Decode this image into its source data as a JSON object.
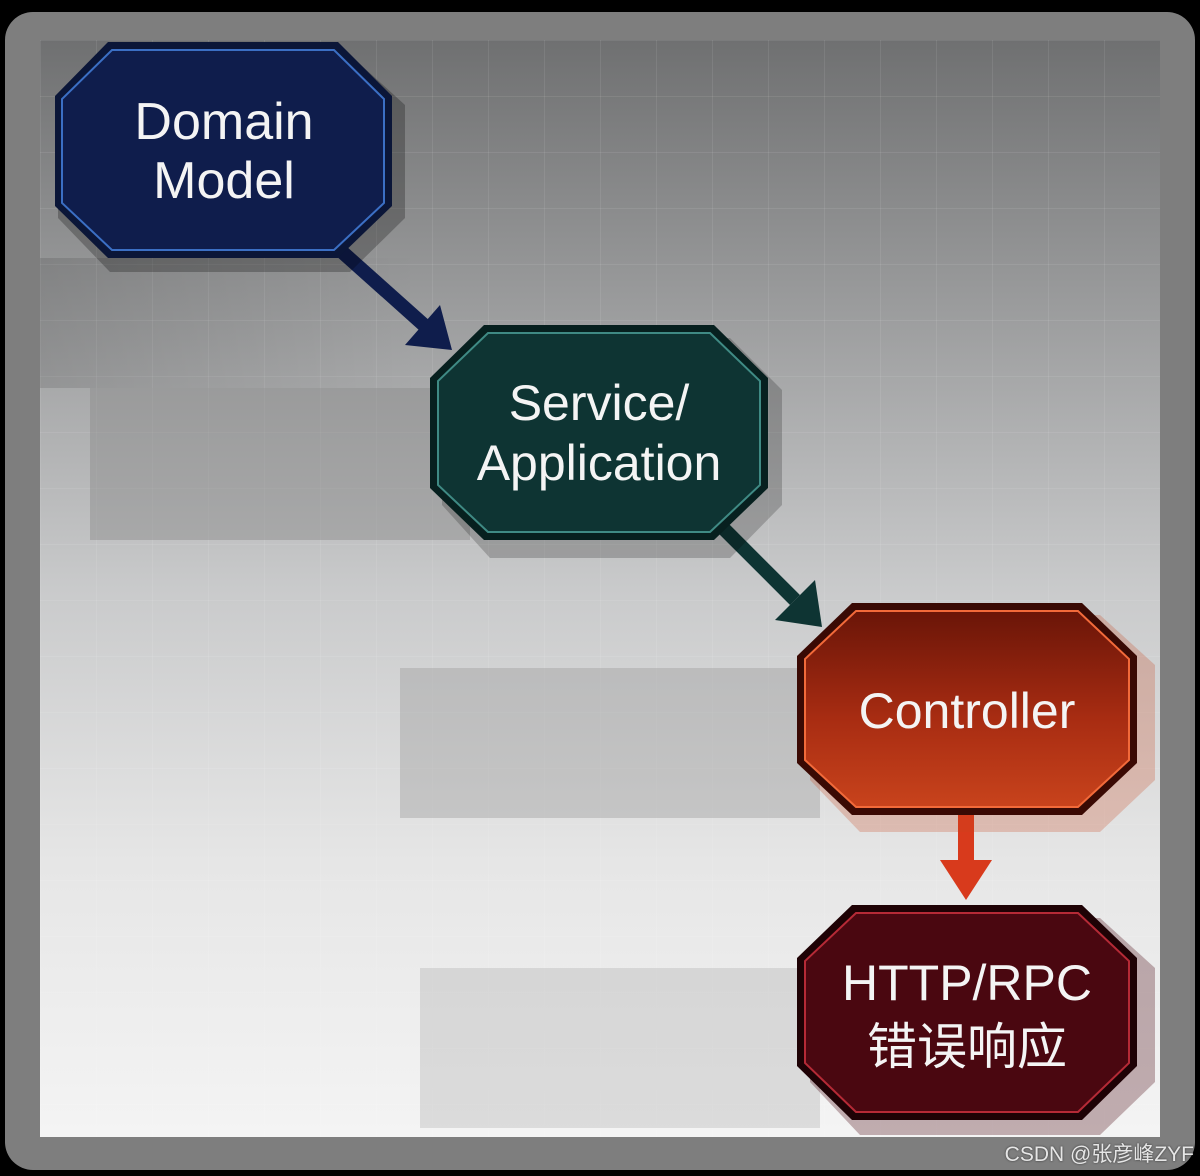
{
  "nodes": [
    {
      "id": "domain-model",
      "lines": [
        "Domain",
        "Model"
      ],
      "fill": "#0f1d4c",
      "border": "#3b6fc4"
    },
    {
      "id": "service-application",
      "lines": [
        "Service/",
        "Application"
      ],
      "fill": "#0e3433",
      "border": "#3f8a84"
    },
    {
      "id": "controller",
      "lines": [
        "Controller"
      ],
      "fill": "#a02a12",
      "border": "#f26a3a"
    },
    {
      "id": "http-rpc-error-response",
      "lines": [
        "HTTP/RPC",
        "错误响应"
      ],
      "fill": "#4a0710",
      "border": "#b52a36"
    }
  ],
  "edges": [
    {
      "from": "domain-model",
      "to": "service-application",
      "color": "#0f1d4c"
    },
    {
      "from": "service-application",
      "to": "controller",
      "color": "#0e3433"
    },
    {
      "from": "controller",
      "to": "http-rpc-error-response",
      "color": "#d83a1c"
    }
  ],
  "watermark": "CSDN @张彦峰ZYF"
}
